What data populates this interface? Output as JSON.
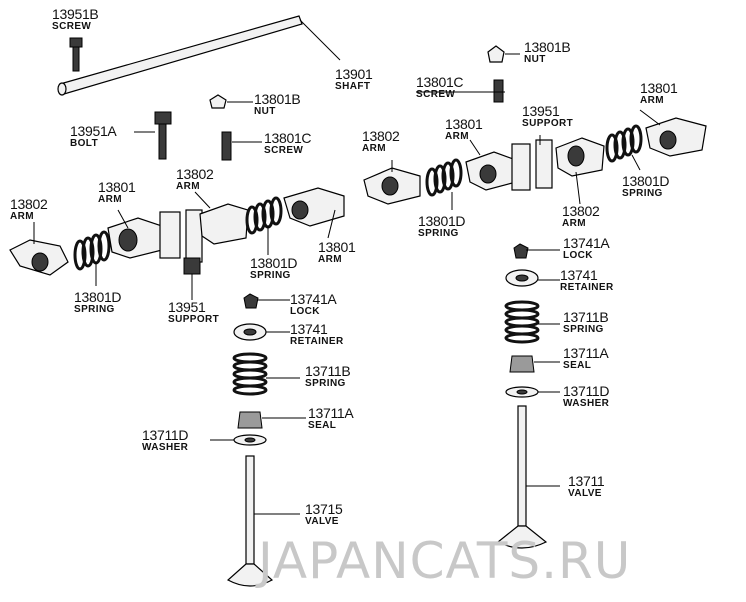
{
  "watermark": "JAPANCATS.RU",
  "labels": [
    {
      "id": "13951B",
      "part": "13951B",
      "name": "SCREW"
    },
    {
      "id": "13901",
      "part": "13901",
      "name": "SHAFT"
    },
    {
      "id": "13801B-top",
      "part": "13801B",
      "name": "NUT"
    },
    {
      "id": "13801C-right",
      "part": "13801C",
      "name": "SCREW"
    },
    {
      "id": "13801-topright",
      "part": "13801",
      "name": "ARM"
    },
    {
      "id": "13801B-left",
      "part": "13801B",
      "name": "NUT"
    },
    {
      "id": "13951A",
      "part": "13951A",
      "name": "BOLT"
    },
    {
      "id": "13801C-left",
      "part": "13801C",
      "name": "SCREW"
    },
    {
      "id": "13951-right",
      "part": "13951",
      "name": "SUPPORT"
    },
    {
      "id": "13802-right-top",
      "part": "13802",
      "name": "ARM"
    },
    {
      "id": "13801-right-mid",
      "part": "13801",
      "name": "ARM"
    },
    {
      "id": "13801D-right-top",
      "part": "13801D",
      "name": "SPRING"
    },
    {
      "id": "13802-left-top",
      "part": "13802",
      "name": "ARM"
    },
    {
      "id": "13801-left-top",
      "part": "13801",
      "name": "ARM"
    },
    {
      "id": "13802-left-far",
      "part": "13802",
      "name": "ARM"
    },
    {
      "id": "13801D-right-low",
      "part": "13801D",
      "name": "SPRING"
    },
    {
      "id": "13802-right-low",
      "part": "13802",
      "name": "ARM"
    },
    {
      "id": "13801-left-right",
      "part": "13801",
      "name": "ARM"
    },
    {
      "id": "13801D-left-mid",
      "part": "13801D",
      "name": "SPRING"
    },
    {
      "id": "13741A-right",
      "part": "13741A",
      "name": "LOCK"
    },
    {
      "id": "13741-right",
      "part": "13741",
      "name": "RETAINER"
    },
    {
      "id": "13801D-left-low",
      "part": "13801D",
      "name": "SPRING"
    },
    {
      "id": "13951-left",
      "part": "13951",
      "name": "SUPPORT"
    },
    {
      "id": "13741A-left",
      "part": "13741A",
      "name": "LOCK"
    },
    {
      "id": "13711B-right",
      "part": "13711B",
      "name": "SPRING"
    },
    {
      "id": "13741-left",
      "part": "13741",
      "name": "RETAINER"
    },
    {
      "id": "13711A-right",
      "part": "13711A",
      "name": "SEAL"
    },
    {
      "id": "13711B-left",
      "part": "13711B",
      "name": "SPRING"
    },
    {
      "id": "13711D-right",
      "part": "13711D",
      "name": "WASHER"
    },
    {
      "id": "13711A-left",
      "part": "13711A",
      "name": "SEAL"
    },
    {
      "id": "13711D-left",
      "part": "13711D",
      "name": "WASHER"
    },
    {
      "id": "13711",
      "part": "13711",
      "name": "VALVE"
    },
    {
      "id": "13715",
      "part": "13715",
      "name": "VALVE"
    }
  ]
}
